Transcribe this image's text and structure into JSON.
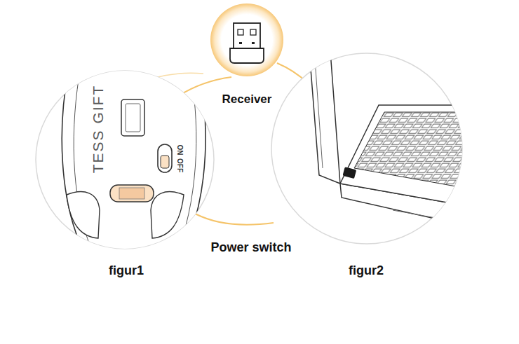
{
  "diagram": {
    "labels": [
      "TESS GIFT",
      "OFF",
      "ON",
      "Receiver",
      "Power switch",
      "figur1",
      "figur2"
    ]
  }
}
